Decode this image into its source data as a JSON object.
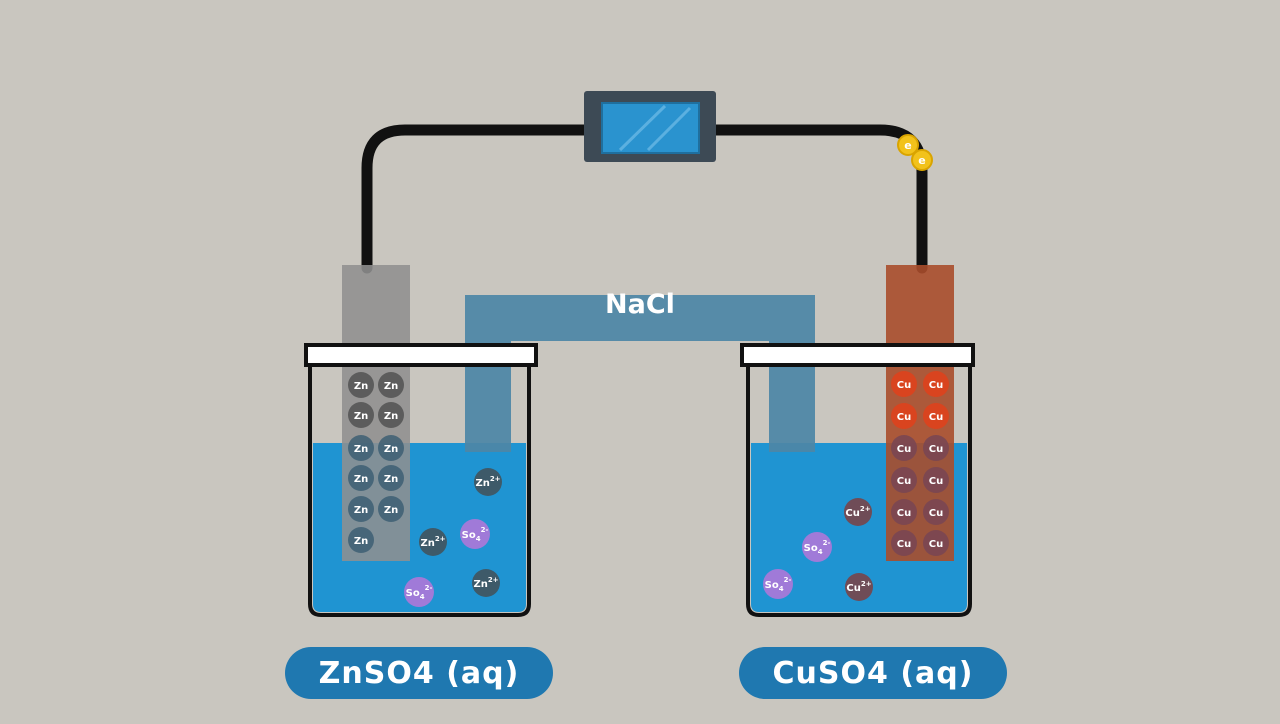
{
  "diagram": {
    "salt_bridge_label": "NaCl",
    "electron_symbol": "e",
    "left_cell": {
      "solution_label": "ZnSO4 (aq)",
      "electrode_atom": "Zn",
      "ion_symbol": "Zn",
      "ion_charge": "2+",
      "anion_symbol": "So",
      "anion_subscript": "4",
      "anion_charge": "2-"
    },
    "right_cell": {
      "solution_label": "CuSO4 (aq)",
      "electrode_atom": "Cu",
      "ion_symbol": "Cu",
      "ion_charge": "2+",
      "anion_symbol": "So",
      "anion_subscript": "4",
      "anion_charge": "2-"
    },
    "colors": {
      "background": "#c9c6bf",
      "solution": "#1f94d2",
      "salt_bridge": "#4e87a6",
      "zinc_electrode": "#8f8f8f",
      "copper_electrode": "#a84d2b",
      "copper_atom": "#d9441f",
      "label_pill": "#1f78b0",
      "sulfate_ion": "#a07ad8",
      "wire": "#111111",
      "electron": "#f2c21b"
    }
  }
}
